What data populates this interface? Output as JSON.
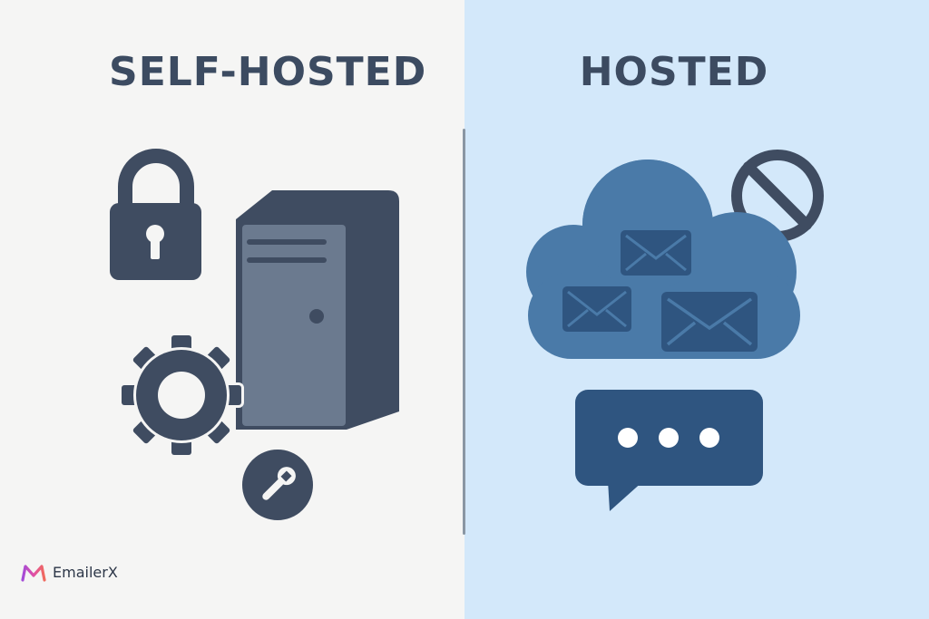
{
  "left": {
    "title": "SELF-HOSTED",
    "icons": [
      "padlock-icon",
      "server-tower-icon",
      "gear-icon",
      "wrench-icon"
    ]
  },
  "right": {
    "title": "HOSTED",
    "icons": [
      "cloud-icon",
      "envelope-icon",
      "prohibited-icon",
      "chat-bubble-icon"
    ]
  },
  "brand": {
    "name": "EmailerX"
  },
  "colors": {
    "left_background": "#f5f5f4",
    "right_background": "#d3e8fa",
    "heading": "#3c4b61",
    "icon_dark": "#3f4c61",
    "server_face": "#6b7a8f",
    "cloud": "#4a7aa8",
    "envelope": "#2f5580",
    "chat": "#2f5580"
  }
}
